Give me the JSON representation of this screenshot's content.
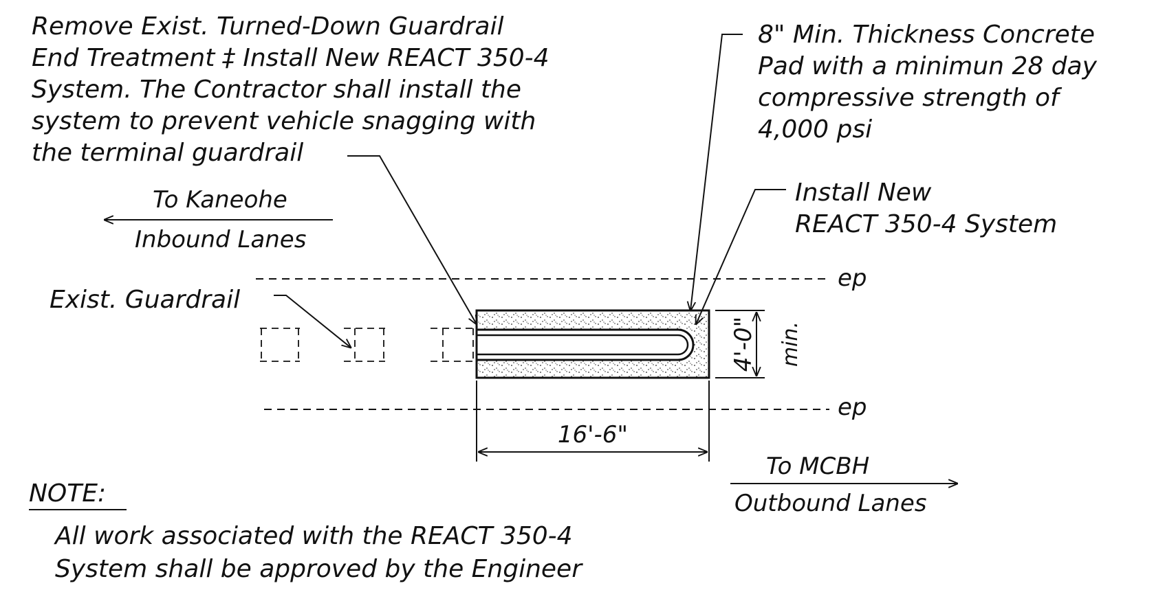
{
  "callout_remove": {
    "lines": [
      "Remove Exist. Turned-Down Guardrail",
      "End Treatment ‡ Install New REACT 350-4",
      "System. The Contractor shall install the",
      "system to prevent vehicle snagging with",
      "the terminal guardrail"
    ]
  },
  "callout_pad": {
    "lines": [
      "8\" Min. Thickness Concrete",
      "Pad with a minimun 28 day",
      "compressive strength of",
      "4,000 psi"
    ]
  },
  "callout_install": {
    "lines": [
      "Install New",
      "REACT 350-4 System"
    ]
  },
  "direction_inbound": {
    "top": "To Kaneohe",
    "bottom": "Inbound Lanes"
  },
  "direction_outbound": {
    "top": "To MCBH",
    "bottom": "Outbound Lanes"
  },
  "label_exist_guardrail": "Exist. Guardrail",
  "edge_label_top": "ep",
  "edge_label_bottom": "ep",
  "dim_length": "16'-6\"",
  "dim_width": "4'-0\"",
  "dim_width_suffix": "min.",
  "note": {
    "heading": "NOTE:",
    "lines": [
      "All work associated with the REACT 350-4",
      "System shall be approved by the Engineer"
    ]
  }
}
